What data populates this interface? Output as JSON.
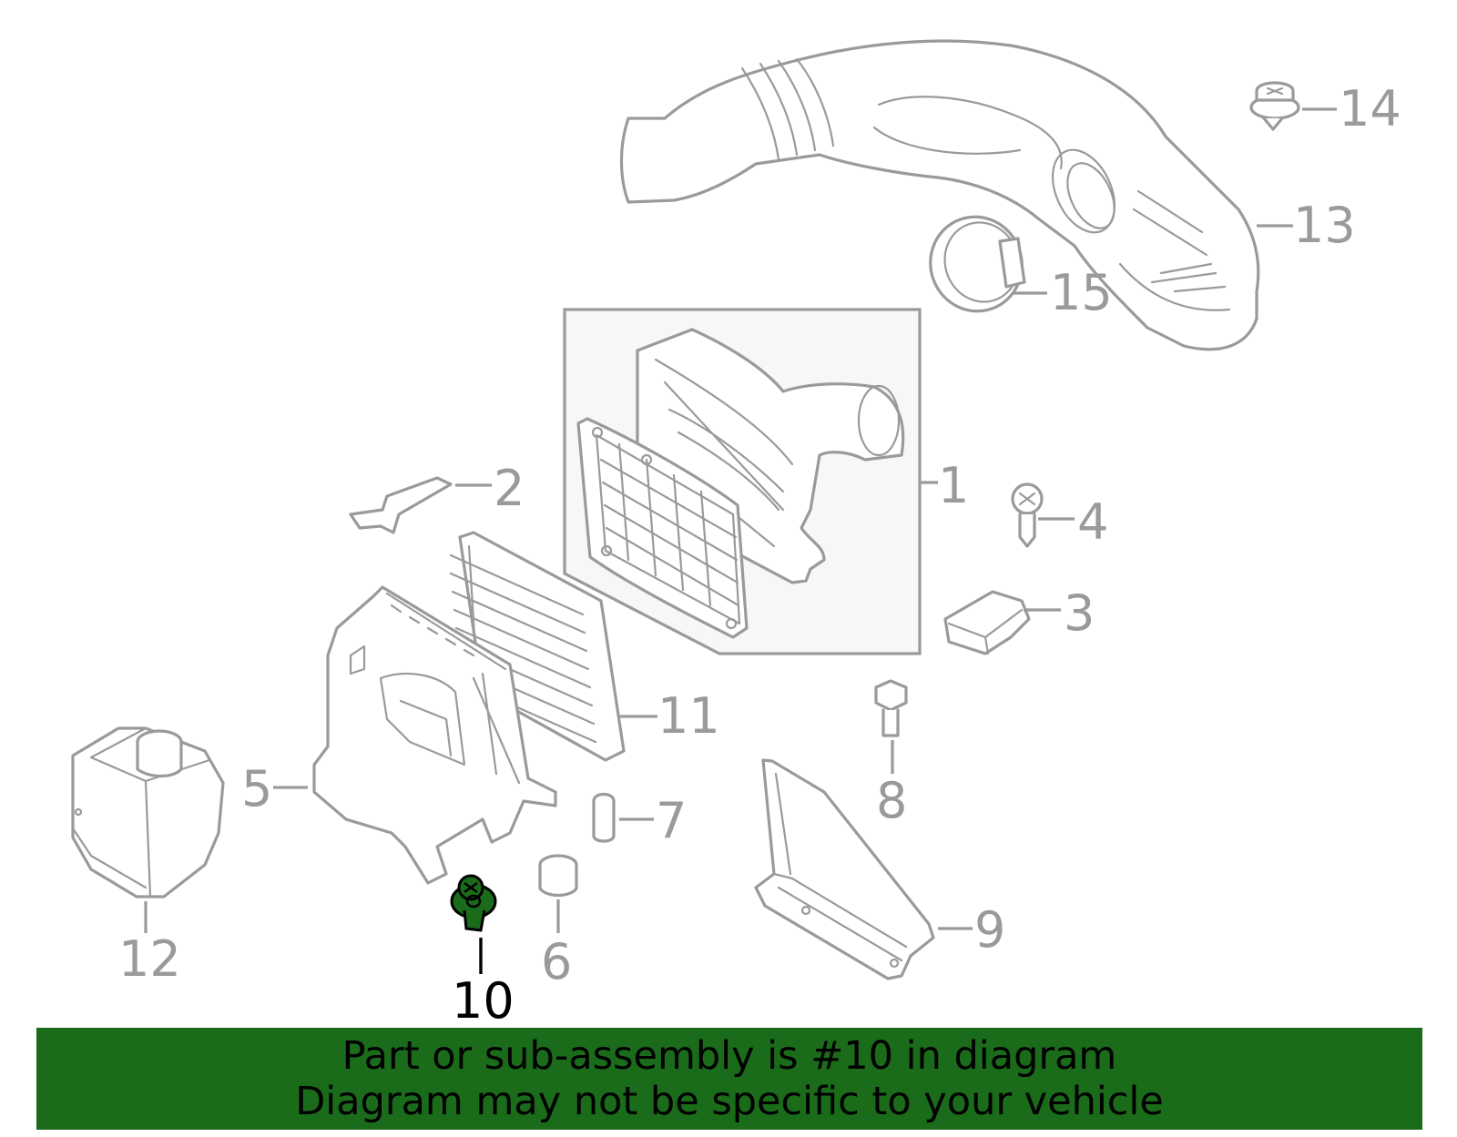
{
  "callouts": {
    "c1": "1",
    "c2": "2",
    "c3": "3",
    "c4": "4",
    "c5": "5",
    "c6": "6",
    "c7": "7",
    "c8": "8",
    "c9": "9",
    "c10": "10",
    "c11": "11",
    "c12": "12",
    "c13": "13",
    "c14": "14",
    "c15": "15"
  },
  "highlight_part": "10",
  "colors": {
    "outline": "#9a9a9a",
    "highlight": "#1a6b1a",
    "banner": "#1a6b1a"
  },
  "banner": {
    "line1": "Part or sub-assembly is #10 in diagram",
    "line2": "Diagram may not be specific to your vehicle"
  }
}
